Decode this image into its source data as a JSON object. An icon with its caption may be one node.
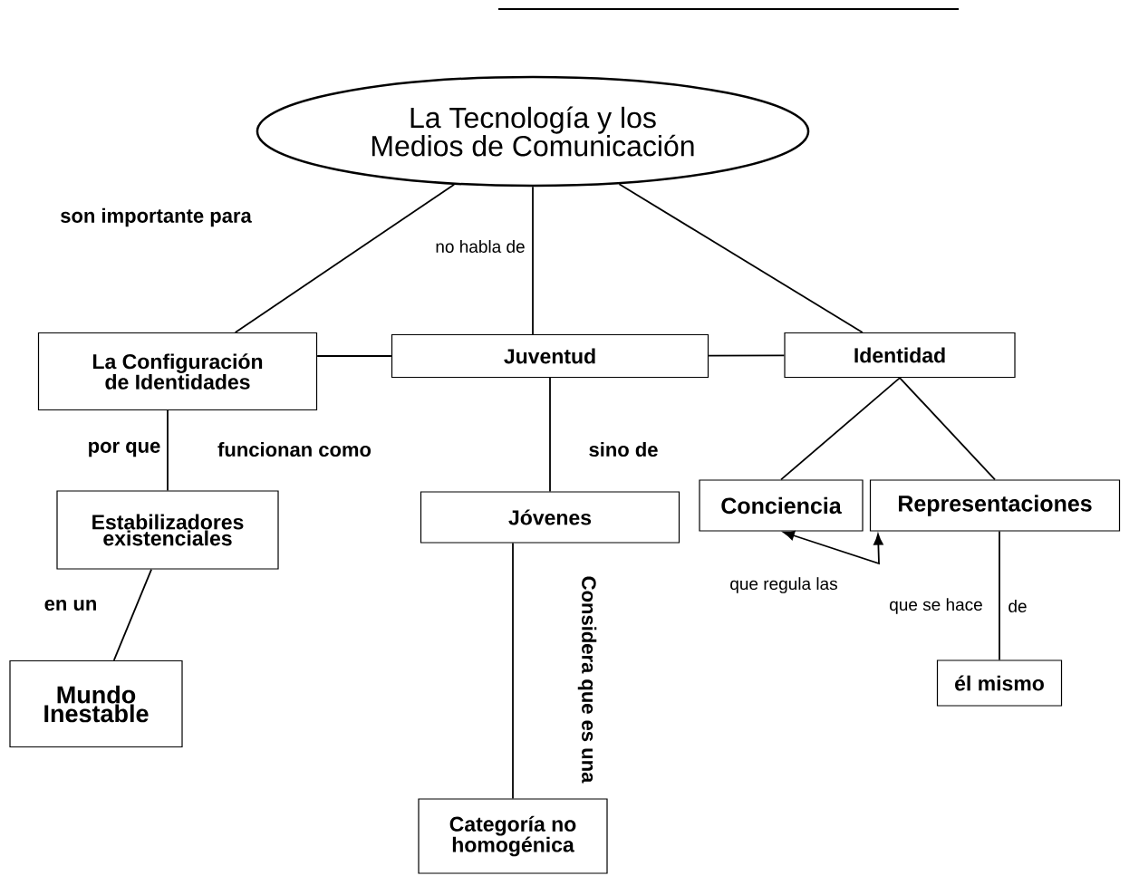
{
  "diagram": {
    "nodes": [
      {
        "text": [
          "La Tecnología y los Medios de Comunicación"
        ]
      },
      {
        "text": [
          "La Configuración de Identidades"
        ]
      },
      {
        "text": [
          "Juventud"
        ]
      },
      {
        "text": [
          "Identidad"
        ]
      },
      {
        "text": [
          "Estabilizadores existenciales"
        ]
      },
      {
        "text": [
          "Mundo Inestable"
        ]
      },
      {
        "text": [
          "Jóvenes"
        ]
      },
      {
        "text": [
          "Categoría no homogénica"
        ]
      },
      {
        "text": [
          "Conciencia"
        ]
      },
      {
        "text": [
          "Representaciones"
        ]
      },
      {
        "text": [
          "él mismo"
        ]
      }
    ],
    "edges": [
      {
        "from": 0,
        "to": 1,
        "arrow": "none",
        "label": "son importante para"
      },
      {
        "from": 0,
        "to": 2,
        "arrow": "none",
        "label": "no habla de"
      },
      {
        "from": 0,
        "to": 3,
        "arrow": "none"
      },
      {
        "from": 1,
        "to": 2,
        "arrow": "none"
      },
      {
        "from": 2,
        "to": 3,
        "arrow": "none"
      },
      {
        "from": 1,
        "to": 4,
        "arrow": "none",
        "label": "por que"
      },
      {
        "from": 4,
        "to": 5,
        "arrow": "none",
        "label": "en un"
      },
      {
        "from": 2,
        "to": 6,
        "arrow": "none",
        "label": "sino de"
      },
      {
        "from": 6,
        "to": 7,
        "arrow": "none",
        "label": "Considera que es una"
      },
      {
        "from": 3,
        "to": 8,
        "arrow": "none"
      },
      {
        "from": 3,
        "to": 9,
        "arrow": "none"
      },
      {
        "from": 8,
        "to": 9,
        "arrow": "both",
        "label": "que regula las"
      },
      {
        "from": 9,
        "to": 10,
        "arrow": "none",
        "label": "que se hace"
      }
    ],
    "labels": [
      "funcionan como",
      "de"
    ]
  }
}
